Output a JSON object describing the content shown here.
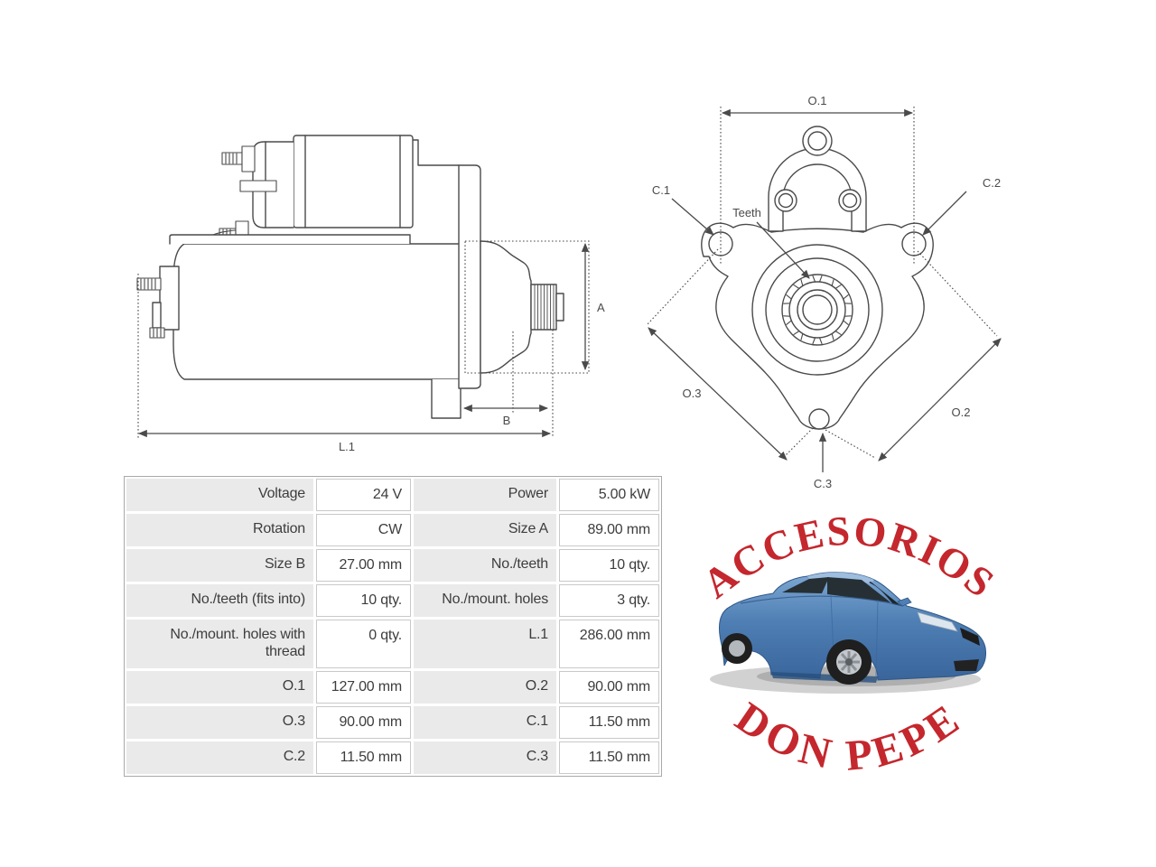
{
  "page": {
    "background": "#ffffff"
  },
  "diagram": {
    "line_color": "#4a4a4a",
    "side_view": {
      "description": "starter motor side view technical drawing",
      "labels": {
        "a": "A",
        "b": "B",
        "l1": "L.1"
      }
    },
    "front_view": {
      "description": "starter motor front view technical drawing",
      "labels": {
        "o1": "O.1",
        "o2": "O.2",
        "o3": "O.3",
        "c1": "C.1",
        "c2": "C.2",
        "c3": "C.3",
        "teeth": "Teeth"
      }
    }
  },
  "spec_table": {
    "rows": [
      [
        {
          "label": "Voltage",
          "value": "24 V"
        },
        {
          "label": "Power",
          "value": "5.00 kW"
        }
      ],
      [
        {
          "label": "Rotation",
          "value": "CW"
        },
        {
          "label": "Size A",
          "value": "89.00 mm"
        }
      ],
      [
        {
          "label": "Size B",
          "value": "27.00 mm"
        },
        {
          "label": "No./teeth",
          "value": "10 qty."
        }
      ],
      [
        {
          "label": "No./teeth (fits into)",
          "value": "10 qty."
        },
        {
          "label": "No./mount. holes",
          "value": "3 qty."
        }
      ],
      [
        {
          "label": "No./mount. holes with thread",
          "value": "0 qty."
        },
        {
          "label": "L.1",
          "value": "286.00 mm"
        }
      ],
      [
        {
          "label": "O.1",
          "value": "127.00 mm"
        },
        {
          "label": "O.2",
          "value": "90.00 mm"
        }
      ],
      [
        {
          "label": "O.3",
          "value": "90.00 mm"
        },
        {
          "label": "C.1",
          "value": "11.50 mm"
        }
      ],
      [
        {
          "label": "C.2",
          "value": "11.50 mm"
        },
        {
          "label": "C.3",
          "value": "11.50 mm"
        }
      ]
    ]
  },
  "logo": {
    "arc_top": "ACCESORIOS",
    "arc_bottom": "DON PEPE",
    "text_color": "#c4272d",
    "car_body_color": "#4f7fb4"
  }
}
